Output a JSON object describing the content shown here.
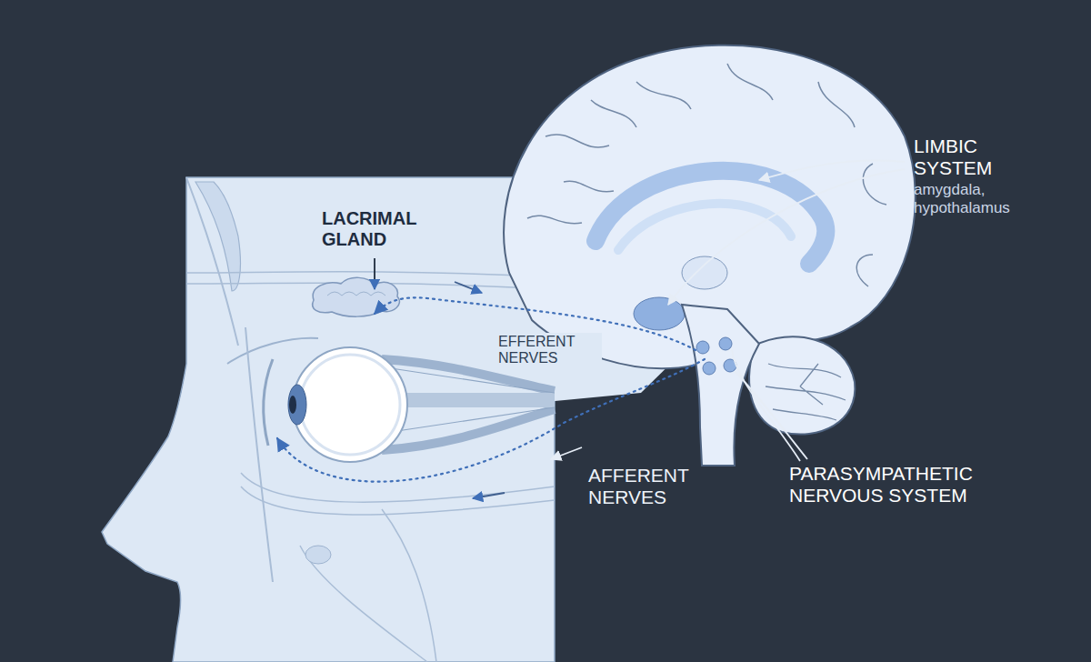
{
  "diagram": {
    "labels": [
      "LACRIMAL GLAND",
      "EFFERENT NERVES",
      "AFFERENT NERVES",
      "LIMBIC SYSTEM",
      "amygdala, hypothalamus",
      "PARASYMPATHETIC NERVOUS SYSTEM"
    ]
  }
}
